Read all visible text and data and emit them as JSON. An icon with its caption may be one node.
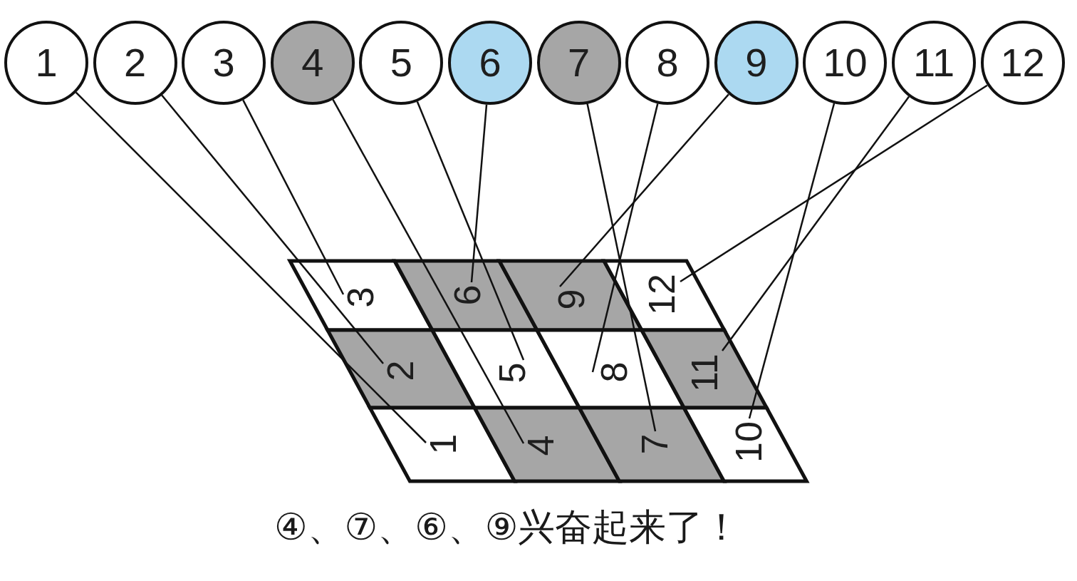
{
  "diagram": {
    "nodes": [
      {
        "text": [
          "1"
        ]
      },
      {
        "text": [
          "2"
        ]
      },
      {
        "text": [
          "3"
        ]
      },
      {
        "text": [
          "4"
        ]
      },
      {
        "text": [
          "5"
        ]
      },
      {
        "text": [
          "6"
        ]
      },
      {
        "text": [
          "7"
        ]
      },
      {
        "text": [
          "8"
        ]
      },
      {
        "text": [
          "9"
        ]
      },
      {
        "text": [
          "10"
        ]
      },
      {
        "text": [
          "11"
        ]
      },
      {
        "text": [
          "12"
        ]
      },
      {
        "text": [
          "3"
        ]
      },
      {
        "text": [
          "6"
        ]
      },
      {
        "text": [
          "9"
        ]
      },
      {
        "text": [
          "12"
        ]
      },
      {
        "text": [
          "2"
        ]
      },
      {
        "text": [
          "5"
        ]
      },
      {
        "text": [
          "8"
        ]
      },
      {
        "text": [
          "11"
        ]
      },
      {
        "text": [
          "1"
        ]
      },
      {
        "text": [
          "4"
        ]
      },
      {
        "text": [
          "7"
        ]
      },
      {
        "text": [
          "10"
        ]
      }
    ],
    "edges": [
      {
        "from": 0,
        "to": 20,
        "arrow": "none"
      },
      {
        "from": 1,
        "to": 16,
        "arrow": "none"
      },
      {
        "from": 2,
        "to": 12,
        "arrow": "none"
      },
      {
        "from": 3,
        "to": 21,
        "arrow": "none"
      },
      {
        "from": 4,
        "to": 17,
        "arrow": "none"
      },
      {
        "from": 5,
        "to": 13,
        "arrow": "none"
      },
      {
        "from": 6,
        "to": 22,
        "arrow": "none"
      },
      {
        "from": 7,
        "to": 18,
        "arrow": "none"
      },
      {
        "from": 8,
        "to": 14,
        "arrow": "none"
      },
      {
        "from": 9,
        "to": 23,
        "arrow": "none"
      },
      {
        "from": 10,
        "to": 19,
        "arrow": "none"
      },
      {
        "from": 11,
        "to": 15,
        "arrow": "none"
      }
    ],
    "caption": "④、⑦、⑥、⑨兴奋起来了！"
  }
}
